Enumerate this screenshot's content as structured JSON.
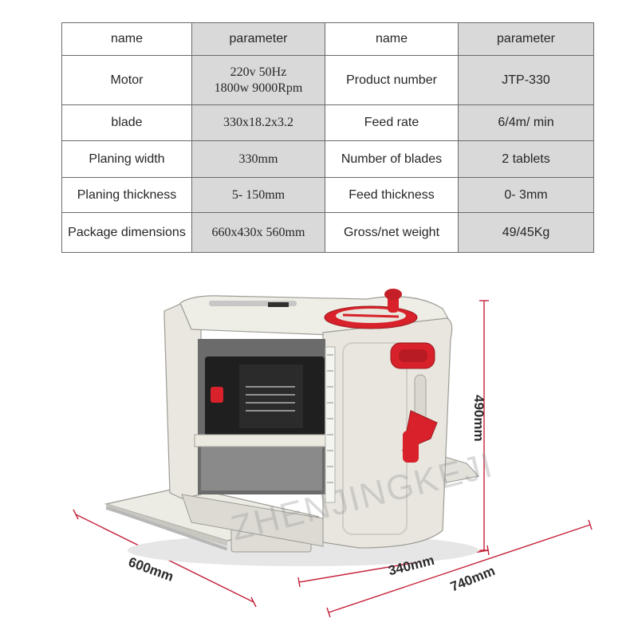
{
  "spec_table": {
    "header": {
      "name_1": "name",
      "param_1": "parameter",
      "name_2": "name",
      "param_2": "parameter"
    },
    "rows": [
      {
        "name_1": "Motor",
        "value_1_line1": "220v 50Hz",
        "value_1_line2": "1800w 9000Rpm",
        "name_2": "Product number",
        "value_2": "JTP-330"
      },
      {
        "name_1": "blade",
        "value_1": "330x18.2x3.2",
        "name_2": "Feed rate",
        "value_2": "6/4m/ min"
      },
      {
        "name_1": "Planing width",
        "value_1": "330mm",
        "name_2": "Number of blades",
        "value_2": "2 tablets"
      },
      {
        "name_1": "Planing thickness",
        "value_1": "5- 150mm",
        "name_2": "Feed thickness",
        "value_2": "0- 3mm"
      },
      {
        "name_1": "Package dimensions",
        "value_1": "660x430x 560mm",
        "name_2": "Gross/net weight",
        "value_2": "49/45Kg"
      }
    ]
  },
  "dimensions": {
    "depth": "600mm",
    "width": "340mm",
    "length": "740mm",
    "height": "490mm"
  },
  "watermark": "ZHENJINGKEJI",
  "colors": {
    "table_border": "#6a6a6a",
    "table_shade": "#d9d9d9",
    "machine_body": "#e9e7df",
    "handle_red": "#d8212a"
  }
}
